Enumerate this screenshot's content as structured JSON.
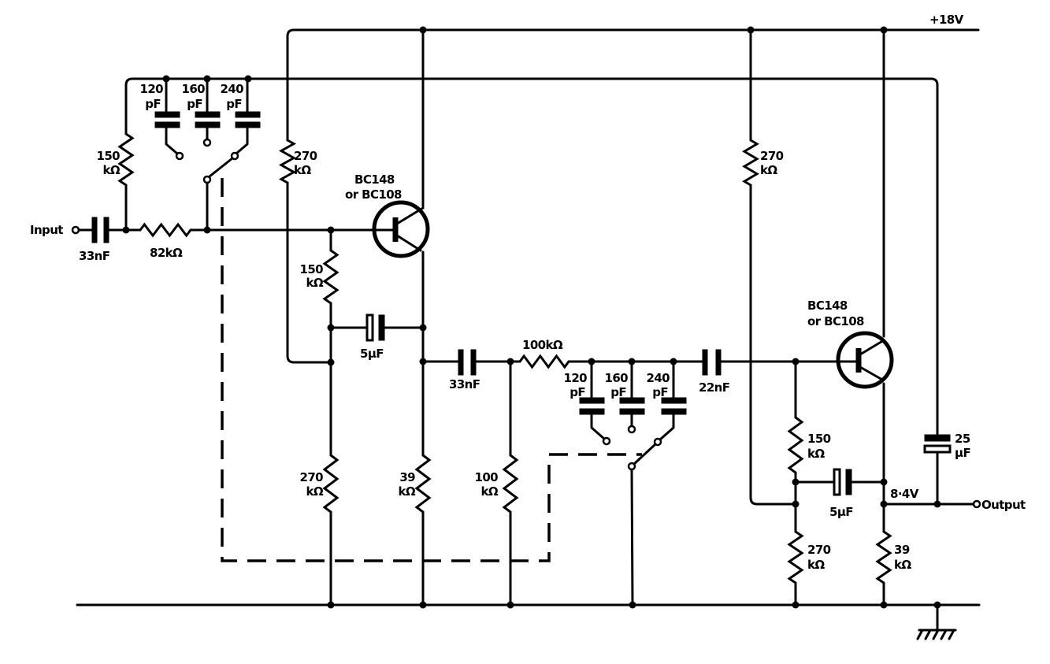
{
  "supply": {
    "label": "+18V"
  },
  "input": {
    "label": "Input"
  },
  "output": {
    "label": "Output"
  },
  "node_voltage": {
    "label": "8·4V"
  },
  "stage1": {
    "c_in": {
      "value": "33nF"
    },
    "r_in": {
      "value": "82kΩ"
    },
    "r_feedback": {
      "value": "150",
      "unit": "kΩ"
    },
    "switch_caps": [
      {
        "value": "120",
        "unit": "pF"
      },
      {
        "value": "160",
        "unit": "pF"
      },
      {
        "value": "240",
        "unit": "pF"
      }
    ],
    "r_bias_top": {
      "value": "270",
      "unit": "kΩ"
    },
    "transistor": {
      "type": "BC148",
      "alt": "or BC108"
    },
    "r_bootstrap": {
      "value": "150",
      "unit": "kΩ"
    },
    "c_bootstrap": {
      "value": "5µF"
    },
    "r_bias_bottom": {
      "value": "270",
      "unit": "kΩ"
    },
    "r_emitter": {
      "value": "39",
      "unit": "kΩ"
    }
  },
  "interstage": {
    "c_couple": {
      "value": "33nF"
    },
    "r_shunt": {
      "value": "100",
      "unit": "kΩ"
    },
    "r_series": {
      "value": "100kΩ"
    },
    "switch_caps": [
      {
        "value": "120",
        "unit": "pF"
      },
      {
        "value": "160",
        "unit": "pF"
      },
      {
        "value": "240",
        "unit": "pF"
      }
    ],
    "c_out_couple": {
      "value": "22nF"
    }
  },
  "stage2": {
    "r_bias_top": {
      "value": "270",
      "unit": "kΩ"
    },
    "transistor": {
      "type": "BC148",
      "alt": "or BC108"
    },
    "r_bootstrap": {
      "value": "150",
      "unit": "kΩ"
    },
    "c_bootstrap": {
      "value": "5µF"
    },
    "r_bias_bottom": {
      "value": "270",
      "unit": "kΩ"
    },
    "r_emitter": {
      "value": "39",
      "unit": "kΩ"
    },
    "c_feedback": {
      "value": "25",
      "unit": "µF"
    }
  }
}
